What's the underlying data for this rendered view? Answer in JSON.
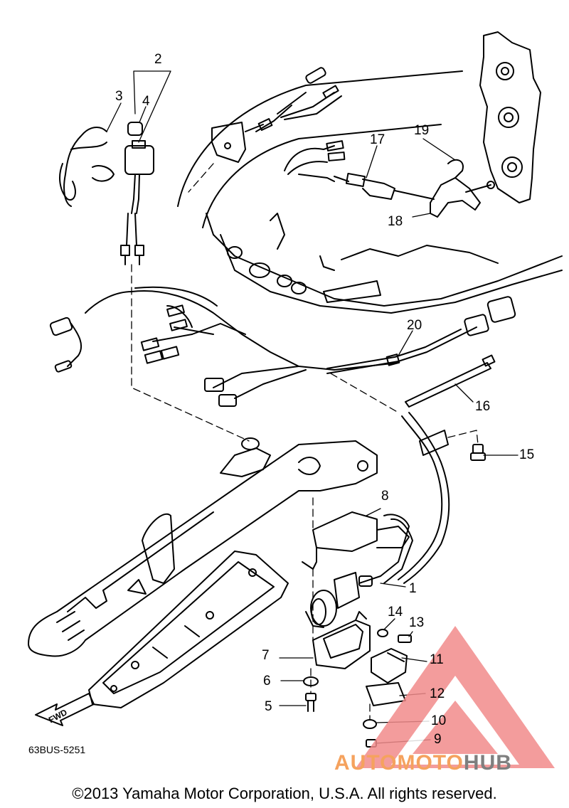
{
  "callouts": [
    {
      "id": "c2",
      "text": "2"
    },
    {
      "id": "c3",
      "text": "3"
    },
    {
      "id": "c4",
      "text": "4"
    },
    {
      "id": "c17",
      "text": "17"
    },
    {
      "id": "c19",
      "text": "19"
    },
    {
      "id": "c18",
      "text": "18"
    },
    {
      "id": "c20",
      "text": "20"
    },
    {
      "id": "c16",
      "text": "16"
    },
    {
      "id": "c15",
      "text": "15"
    },
    {
      "id": "c8",
      "text": "8"
    },
    {
      "id": "c1",
      "text": "1"
    },
    {
      "id": "c14",
      "text": "14"
    },
    {
      "id": "c13",
      "text": "13"
    },
    {
      "id": "c7",
      "text": "7"
    },
    {
      "id": "c11",
      "text": "11"
    },
    {
      "id": "c6",
      "text": "6"
    },
    {
      "id": "c12",
      "text": "12"
    },
    {
      "id": "c5",
      "text": "5"
    },
    {
      "id": "c10",
      "text": "10"
    },
    {
      "id": "c9",
      "text": "9"
    }
  ],
  "fwd_label": "FWD",
  "diagram_code": "63BUS-5251",
  "watermark": {
    "left": "AUTOMOTO",
    "right": "HUB",
    "colors": {
      "left": "#f5a25e",
      "right": "#7f7f7f",
      "triangle": "#f28b8b"
    }
  },
  "copyright": "©2013 Yamaha Motor Corporation, U.S.A. All rights reserved."
}
